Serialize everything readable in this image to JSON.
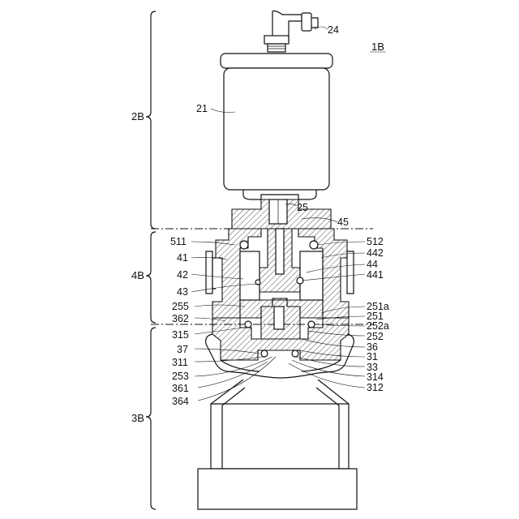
{
  "figure_label": "1B",
  "sections": [
    {
      "id": "section-2b",
      "label": "2B"
    },
    {
      "id": "section-4b",
      "label": "4B"
    },
    {
      "id": "section-3b",
      "label": "3B"
    }
  ],
  "callouts": [
    "24",
    "21",
    "25",
    "45",
    "511",
    "41",
    "42",
    "43",
    "255",
    "362",
    "315",
    "37",
    "311",
    "253",
    "361",
    "364",
    "512",
    "442",
    "44",
    "441",
    "251a",
    "251",
    "252a",
    "252",
    "36",
    "31",
    "33",
    "314",
    "312"
  ]
}
